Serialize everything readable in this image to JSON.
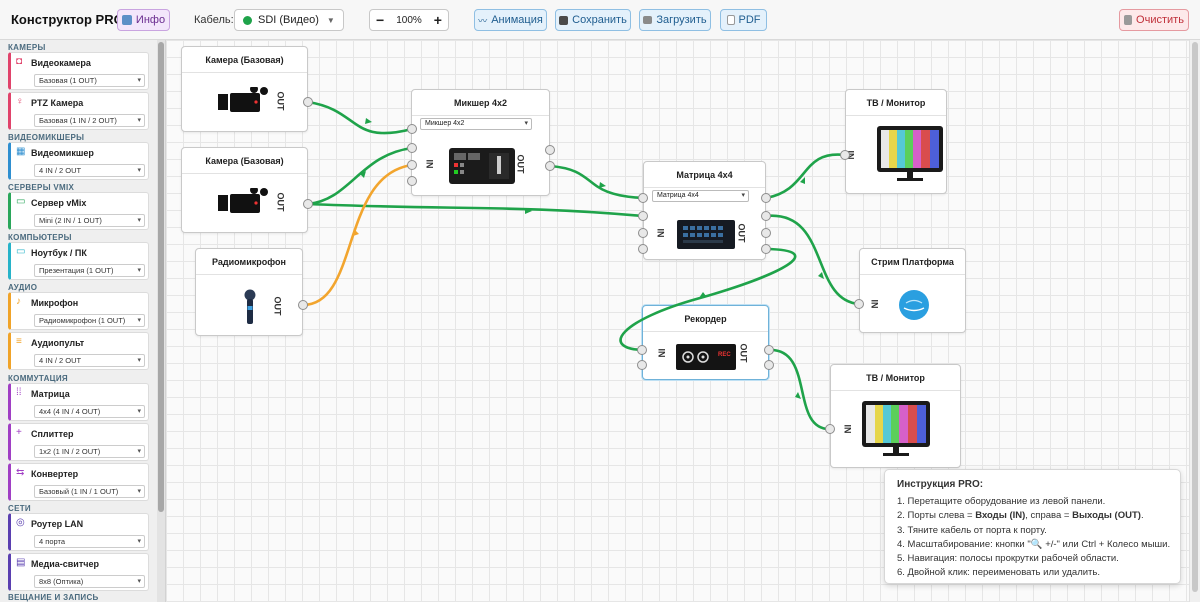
{
  "toolbar": {
    "title": "Конструктор PRO",
    "info": "Инфо",
    "cable_label": "Кабель:",
    "cable_value": "SDI (Видео)",
    "zoom_minus": "−",
    "zoom_value": "100%",
    "zoom_plus": "+",
    "animation": "Анимация",
    "save": "Сохранить",
    "load": "Загрузить",
    "pdf": "PDF",
    "clear": "Очистить"
  },
  "sidebar": {
    "categories": [
      "КАМЕРЫ",
      "ВИДЕОМИКШЕРЫ",
      "СЕРВЕРЫ VMIX",
      "КОМПЬЮТЕРЫ",
      "АУДИО",
      "КОММУТАЦИЯ",
      "СЕТИ",
      "ВЕЩАНИЕ И ЗАПИСЬ"
    ],
    "items": [
      {
        "name": "Видеокамера",
        "option": "Базовая (1 OUT)"
      },
      {
        "name": "PTZ Камера",
        "option": "Базовая (1 IN / 2 OUT)"
      },
      {
        "name": "Видеомикшер",
        "option": "4 IN / 2 OUT"
      },
      {
        "name": "Сервер vMix",
        "option": "Mini (2 IN / 1 OUT)"
      },
      {
        "name": "Ноутбук / ПК",
        "option": "Презентация (1 OUT)"
      },
      {
        "name": "Микрофон",
        "option": "Радиомикрофон (1 OUT)"
      },
      {
        "name": "Аудиопульт",
        "option": "4 IN / 2 OUT"
      },
      {
        "name": "Матрица",
        "option": "4x4 (4 IN / 4 OUT)"
      },
      {
        "name": "Сплиттер",
        "option": "1x2 (1 IN / 2 OUT)"
      },
      {
        "name": "Конвертер",
        "option": "Базовый (1 IN / 1 OUT)"
      },
      {
        "name": "Роутер LAN",
        "option": "4 порта"
      },
      {
        "name": "Медиа-свитчер",
        "option": "8x8 (Оптика)"
      }
    ]
  },
  "canvas": {
    "nodes": {
      "camera1": {
        "title": "Камера (Базовая)",
        "out": "OUT"
      },
      "camera2": {
        "title": "Камера (Базовая)",
        "out": "OUT"
      },
      "radiomic": {
        "title": "Радиомикрофон",
        "out": "OUT"
      },
      "mixer": {
        "title": "Микшер 4x2",
        "select": "Микшер 4x2",
        "in": "IN",
        "out": "OUT"
      },
      "matrix": {
        "title": "Матрица 4x4",
        "select": "Матрица 4x4",
        "in": "IN",
        "out": "OUT"
      },
      "tv1": {
        "title": "ТВ / Монитор",
        "in": "IN"
      },
      "stream": {
        "title": "Стрим Платформа",
        "in": "IN"
      },
      "recorder": {
        "title": "Рекордер",
        "in": "IN",
        "out": "OUT",
        "rec": "REC"
      },
      "tv2": {
        "title": "ТВ / Монитор",
        "in": "IN"
      }
    }
  },
  "instructions": {
    "title": "Инструкция PRO:",
    "line1": "1. Перетащите оборудование из левой панели.",
    "line2_a": "2. Порты слева = ",
    "line2_b": "Входы (IN)",
    "line2_c": ", справа = ",
    "line2_d": "Выходы (OUT)",
    "line2_e": ".",
    "line3": "3. Тяните кабель от порта к порту.",
    "line4": "4. Масштабирование: кнопки \"🔍 +/-\" или Ctrl + Колесо мыши.",
    "line5": "5. Навигация: полосы прокрутки рабочей области.",
    "line6": "6. Двойной клик: переименовать или удалить."
  },
  "colors": {
    "cable_sdi": "#1fa34a",
    "cable_audio": "#f2a52e",
    "accent": "#6fb2d9"
  }
}
